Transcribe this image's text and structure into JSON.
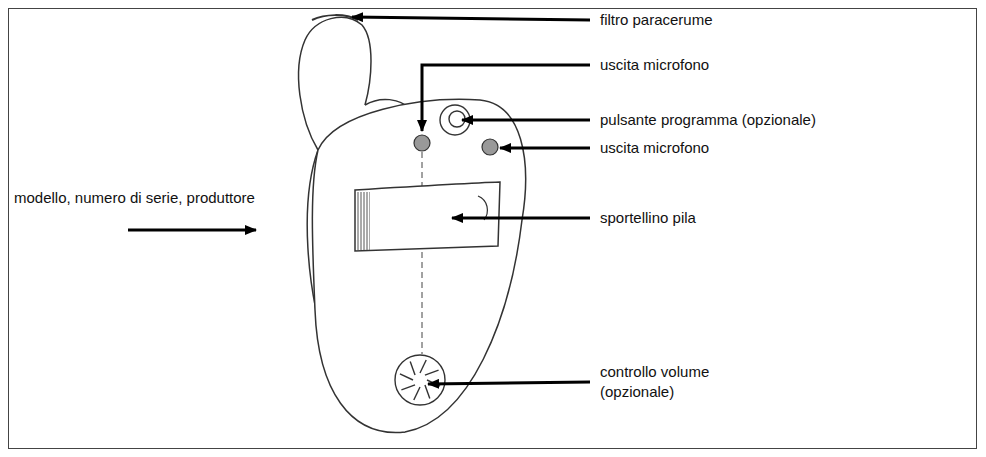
{
  "diagram": {
    "labels": [
      "filtro paracerume",
      "uscita microfono",
      "pulsante programma (opzionale)",
      "uscita microfono",
      "modello, numero di serie, produttore",
      "sportellino pila",
      "controllo volume (opzionale)"
    ]
  }
}
